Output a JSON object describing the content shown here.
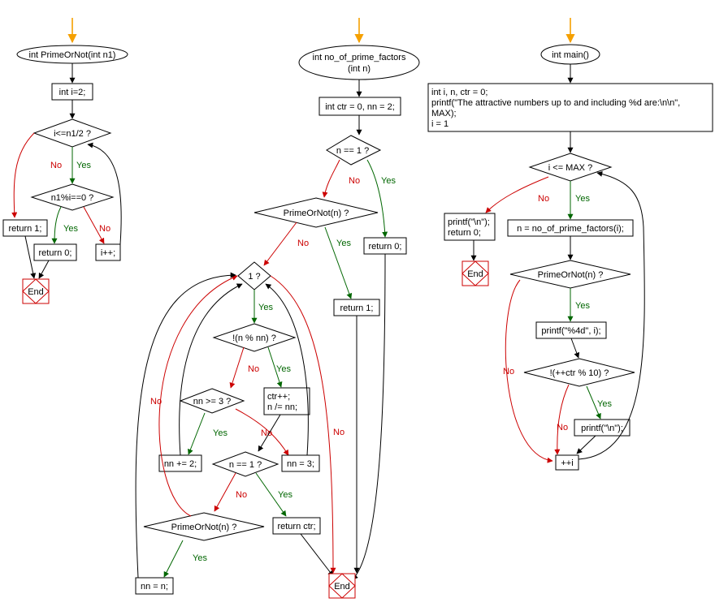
{
  "flowchart_1": {
    "start": "int PrimeOrNot(int n1)",
    "init": "int i=2;",
    "loop_cond": "i<=n1/2 ?",
    "check_cond": "n1%i==0 ?",
    "return_1": "return 1;",
    "return_0": "return 0;",
    "increment": "i++;",
    "end": "End",
    "yes": "Yes",
    "no": "No"
  },
  "flowchart_2": {
    "start_line1": "int no_of_prime_factors",
    "start_line2": "(int n)",
    "init": "int ctr = 0, nn = 2;",
    "n_eq_1": "n == 1 ?",
    "return_0": "return 0;",
    "prime_check": "PrimeOrNot(n) ?",
    "return_1": "return 1;",
    "loop": "1 ?",
    "mod_check": "!(n % nn) ?",
    "ctr_inc_line1": "ctr++;",
    "ctr_inc_line2": "n /= nn;",
    "nn_ge_3": "nn >= 3 ?",
    "nn_add_2": "nn += 2;",
    "nn_eq_3": "nn = 3;",
    "n_eq_1_inner": "n == 1 ?",
    "return_ctr": "return ctr;",
    "prime_check_inner": "PrimeOrNot(n) ?",
    "nn_eq_n": "nn = n;",
    "end": "End",
    "yes": "Yes",
    "no": "No"
  },
  "flowchart_3": {
    "start": "int main()",
    "init_line1": "int i, n, ctr = 0;",
    "init_line2": "printf(\"The attractive numbers up to and including %d are:\\n\\n\",",
    "init_line3": "MAX);",
    "init_line4": "i = 1",
    "loop_cond": "i <= MAX ?",
    "exit_line1": "printf(\"\\n\");",
    "exit_line2": "return 0;",
    "end": "End",
    "assign": "n = no_of_prime_factors(i);",
    "prime_check": "PrimeOrNot(n) ?",
    "print_i": "printf(\"%4d\", i);",
    "ctr_check": "!(++ctr % 10) ?",
    "print_newline": "printf(\"\\n\");",
    "increment": "++i",
    "yes": "Yes",
    "no": "No"
  }
}
